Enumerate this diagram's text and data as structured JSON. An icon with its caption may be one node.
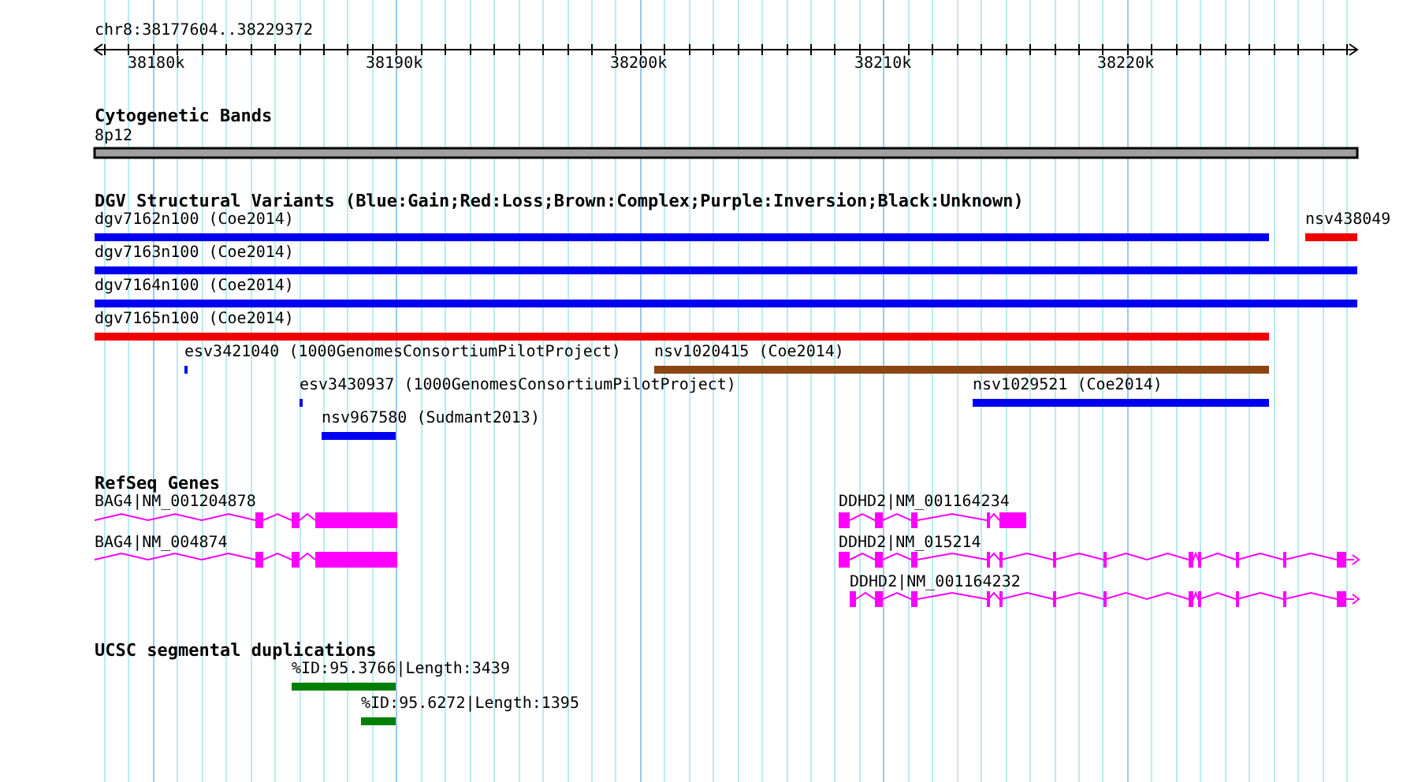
{
  "diagram": {
    "title": "chr8:38177604..38229372",
    "labels": [
      "38180k",
      "38190k",
      "38200k",
      "38210k",
      "38220k",
      "Cytogenetic Bands",
      "8p12",
      "DGV Structural Variants (Blue:Gain;Red:Loss;Brown:Complex;Purple:Inversion;Black:Unknown)",
      "dgv7162n100 (Coe2014)",
      "nsv438049",
      "dgv7163n100 (Coe2014)",
      "dgv7164n100 (Coe2014)",
      "dgv7165n100 (Coe2014)",
      "esv3421040 (1000GenomesConsortiumPilotProject)",
      "nsv1020415 (Coe2014)",
      "esv3430937 (1000GenomesConsortiumPilotProject)",
      "nsv1029521 (Coe2014)",
      "nsv967580 (Sudmant2013)",
      "RefSeq Genes",
      "BAG4|NM_001204878",
      "DDHD2|NM_001164234",
      "BAG4|NM_004874",
      "DDHD2|NM_015214",
      "DDHD2|NM_001164232",
      "UCSC segmental duplications",
      "%ID:95.3766|Length:3439",
      "%ID:95.6272|Length:1395"
    ]
  }
}
